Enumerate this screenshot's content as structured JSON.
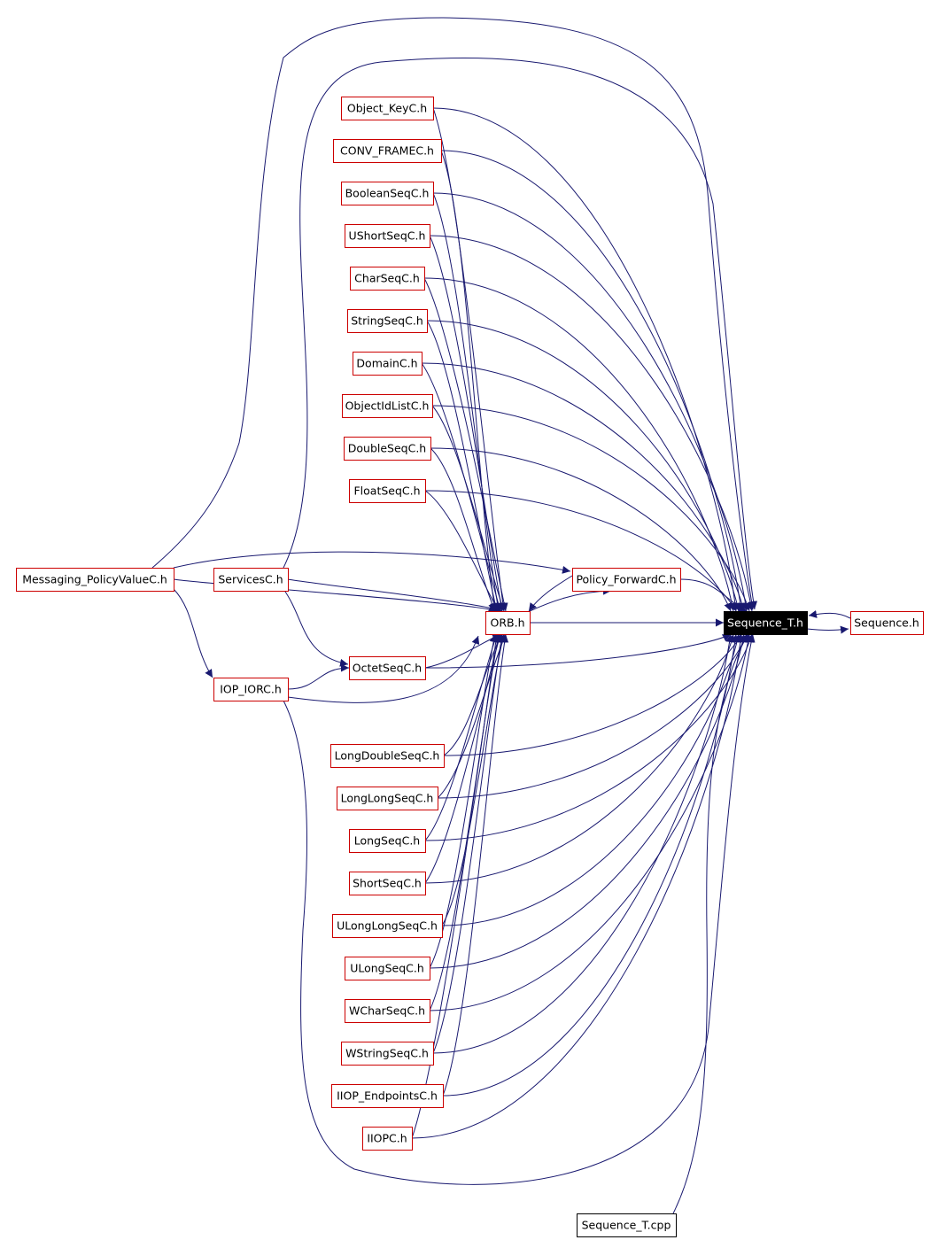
{
  "colors": {
    "edge": "#191970",
    "node_border": "#cc0000",
    "root_fill": "#000000",
    "root_text": "#ffffff"
  },
  "nodes": [
    {
      "id": "sequence_t_h",
      "label": "Sequence_T.h",
      "style": "root"
    },
    {
      "id": "sequence_h",
      "label": "Sequence.h",
      "style": "normal"
    },
    {
      "id": "sequence_t_cpp",
      "label": "Sequence_T.cpp",
      "style": "plain"
    },
    {
      "id": "orb_h",
      "label": "ORB.h",
      "style": "normal"
    },
    {
      "id": "policy_forwardc_h",
      "label": "Policy_ForwardC.h",
      "style": "normal"
    },
    {
      "id": "messaging_policyvaluec_h",
      "label": "Messaging_PolicyValueC.h",
      "style": "normal"
    },
    {
      "id": "servicesc_h",
      "label": "ServicesC.h",
      "style": "normal"
    },
    {
      "id": "iop_iorc_h",
      "label": "IOP_IORC.h",
      "style": "normal"
    },
    {
      "id": "octetseqc_h",
      "label": "OctetSeqC.h",
      "style": "normal"
    },
    {
      "id": "object_keyc_h",
      "label": "Object_KeyC.h",
      "style": "normal"
    },
    {
      "id": "conv_framec_h",
      "label": "CONV_FRAMEC.h",
      "style": "normal"
    },
    {
      "id": "booleanseqc_h",
      "label": "BooleanSeqC.h",
      "style": "normal"
    },
    {
      "id": "ushortseqc_h",
      "label": "UShortSeqC.h",
      "style": "normal"
    },
    {
      "id": "charseqc_h",
      "label": "CharSeqC.h",
      "style": "normal"
    },
    {
      "id": "stringseqc_h",
      "label": "StringSeqC.h",
      "style": "normal"
    },
    {
      "id": "domainc_h",
      "label": "DomainC.h",
      "style": "normal"
    },
    {
      "id": "objectidlistc_h",
      "label": "ObjectIdListC.h",
      "style": "normal"
    },
    {
      "id": "doubleseqc_h",
      "label": "DoubleSeqC.h",
      "style": "normal"
    },
    {
      "id": "floatseqc_h",
      "label": "FloatSeqC.h",
      "style": "normal"
    },
    {
      "id": "longdoubleseqc_h",
      "label": "LongDoubleSeqC.h",
      "style": "normal"
    },
    {
      "id": "longlongseqc_h",
      "label": "LongLongSeqC.h",
      "style": "normal"
    },
    {
      "id": "longseqc_h",
      "label": "LongSeqC.h",
      "style": "normal"
    },
    {
      "id": "shortseqc_h",
      "label": "ShortSeqC.h",
      "style": "normal"
    },
    {
      "id": "ulonglongseqc_h",
      "label": "ULongLongSeqC.h",
      "style": "normal"
    },
    {
      "id": "ulongseqc_h",
      "label": "ULongSeqC.h",
      "style": "normal"
    },
    {
      "id": "wcharseqc_h",
      "label": "WCharSeqC.h",
      "style": "normal"
    },
    {
      "id": "wstringseqc_h",
      "label": "WStringSeqC.h",
      "style": "normal"
    },
    {
      "id": "iiop_endpointsc_h",
      "label": "IIOP_EndpointsC.h",
      "style": "normal"
    },
    {
      "id": "iiopc_h",
      "label": "IIOPC.h",
      "style": "normal"
    }
  ],
  "edges": [
    {
      "from": "sequence_h",
      "to": "sequence_t_h"
    },
    {
      "from": "sequence_t_h",
      "to": "sequence_h"
    },
    {
      "from": "sequence_t_cpp",
      "to": "sequence_t_h"
    },
    {
      "from": "orb_h",
      "to": "sequence_t_h"
    },
    {
      "from": "orb_h",
      "to": "policy_forwardc_h"
    },
    {
      "from": "policy_forwardc_h",
      "to": "orb_h"
    },
    {
      "from": "policy_forwardc_h",
      "to": "sequence_t_h"
    },
    {
      "from": "messaging_policyvaluec_h",
      "to": "policy_forwardc_h"
    },
    {
      "from": "messaging_policyvaluec_h",
      "to": "orb_h"
    },
    {
      "from": "messaging_policyvaluec_h",
      "to": "iop_iorc_h"
    },
    {
      "from": "messaging_policyvaluec_h",
      "to": "sequence_t_h"
    },
    {
      "from": "servicesc_h",
      "to": "orb_h"
    },
    {
      "from": "servicesc_h",
      "to": "octetseqc_h"
    },
    {
      "from": "servicesc_h",
      "to": "sequence_t_h"
    },
    {
      "from": "iop_iorc_h",
      "to": "octetseqc_h"
    },
    {
      "from": "iop_iorc_h",
      "to": "orb_h"
    },
    {
      "from": "iop_iorc_h",
      "to": "sequence_t_h"
    },
    {
      "from": "octetseqc_h",
      "to": "orb_h"
    },
    {
      "from": "octetseqc_h",
      "to": "sequence_t_h"
    },
    {
      "from": "object_keyc_h",
      "to": "orb_h"
    },
    {
      "from": "object_keyc_h",
      "to": "sequence_t_h"
    },
    {
      "from": "conv_framec_h",
      "to": "orb_h"
    },
    {
      "from": "conv_framec_h",
      "to": "sequence_t_h"
    },
    {
      "from": "booleanseqc_h",
      "to": "orb_h"
    },
    {
      "from": "booleanseqc_h",
      "to": "sequence_t_h"
    },
    {
      "from": "ushortseqc_h",
      "to": "orb_h"
    },
    {
      "from": "ushortseqc_h",
      "to": "sequence_t_h"
    },
    {
      "from": "charseqc_h",
      "to": "orb_h"
    },
    {
      "from": "charseqc_h",
      "to": "sequence_t_h"
    },
    {
      "from": "stringseqc_h",
      "to": "orb_h"
    },
    {
      "from": "stringseqc_h",
      "to": "sequence_t_h"
    },
    {
      "from": "domainc_h",
      "to": "orb_h"
    },
    {
      "from": "domainc_h",
      "to": "sequence_t_h"
    },
    {
      "from": "objectidlistc_h",
      "to": "orb_h"
    },
    {
      "from": "objectidlistc_h",
      "to": "sequence_t_h"
    },
    {
      "from": "doubleseqc_h",
      "to": "orb_h"
    },
    {
      "from": "doubleseqc_h",
      "to": "sequence_t_h"
    },
    {
      "from": "floatseqc_h",
      "to": "orb_h"
    },
    {
      "from": "floatseqc_h",
      "to": "sequence_t_h"
    },
    {
      "from": "longdoubleseqc_h",
      "to": "orb_h"
    },
    {
      "from": "longdoubleseqc_h",
      "to": "sequence_t_h"
    },
    {
      "from": "longlongseqc_h",
      "to": "orb_h"
    },
    {
      "from": "longlongseqc_h",
      "to": "sequence_t_h"
    },
    {
      "from": "longseqc_h",
      "to": "orb_h"
    },
    {
      "from": "longseqc_h",
      "to": "sequence_t_h"
    },
    {
      "from": "shortseqc_h",
      "to": "orb_h"
    },
    {
      "from": "shortseqc_h",
      "to": "sequence_t_h"
    },
    {
      "from": "ulonglongseqc_h",
      "to": "orb_h"
    },
    {
      "from": "ulonglongseqc_h",
      "to": "sequence_t_h"
    },
    {
      "from": "ulongseqc_h",
      "to": "orb_h"
    },
    {
      "from": "ulongseqc_h",
      "to": "sequence_t_h"
    },
    {
      "from": "wcharseqc_h",
      "to": "orb_h"
    },
    {
      "from": "wcharseqc_h",
      "to": "sequence_t_h"
    },
    {
      "from": "wstringseqc_h",
      "to": "orb_h"
    },
    {
      "from": "wstringseqc_h",
      "to": "sequence_t_h"
    },
    {
      "from": "iiop_endpointsc_h",
      "to": "orb_h"
    },
    {
      "from": "iiop_endpointsc_h",
      "to": "sequence_t_h"
    },
    {
      "from": "iiopc_h",
      "to": "orb_h"
    },
    {
      "from": "iiopc_h",
      "to": "sequence_t_h"
    }
  ]
}
